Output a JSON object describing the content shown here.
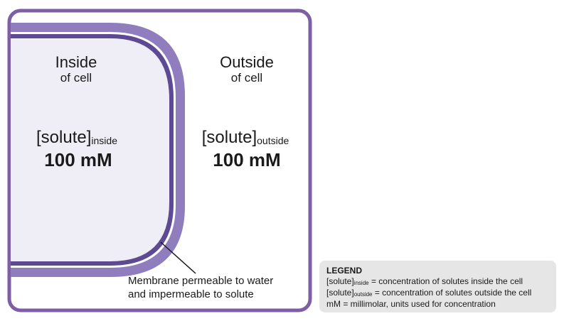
{
  "diagram": {
    "inside_title": "Inside",
    "inside_subtitle": "of cell",
    "outside_title": "Outside",
    "outside_subtitle": "of cell",
    "inside_conc_label": "[solute]",
    "inside_conc_sub": "inside",
    "inside_conc_value": "100 mM",
    "outside_conc_label": "[solute]",
    "outside_conc_sub": "outside",
    "outside_conc_value": "100 mM",
    "membrane_label_line1": "Membrane permeable to water",
    "membrane_label_line2": "and impermeable to solute"
  },
  "legend": {
    "title": "LEGEND",
    "row1_label": "[solute]",
    "row1_sub": "inside",
    "row1_text": " = concentration of solutes inside the cell",
    "row2_label": "[solute]",
    "row2_sub": "outside",
    "row2_text": " = concentration of solutes outside the cell",
    "row3_text": "mM = millimolar, units used for concentration"
  },
  "colors": {
    "frame": "#7e5fa6",
    "membrane_outer": "#8f7dbd",
    "membrane_inner": "#5e4a92",
    "cell_fill": "#efedf6",
    "legend_bg": "#e6e6e6"
  }
}
